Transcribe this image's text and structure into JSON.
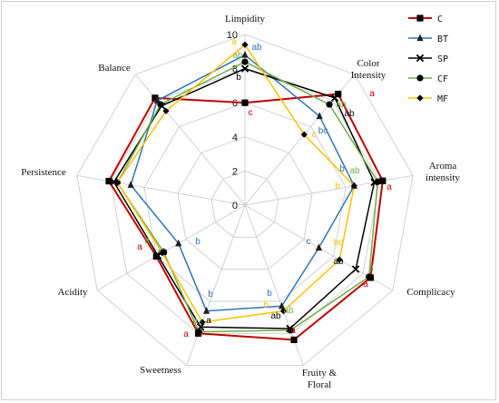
{
  "chart_data": {
    "type": "radar",
    "title": "",
    "axes": [
      "Limpidity",
      "Color Intensity",
      "Aroma intensity",
      "Complicacy",
      "Fruity & Floral",
      "Sweetness",
      "Acidity",
      "Persistence",
      "Balance"
    ],
    "axis_label_lines": [
      [
        "Limpidity"
      ],
      [
        "Color",
        "Intensity"
      ],
      [
        "Aroma",
        "intensity"
      ],
      [
        "Complicacy"
      ],
      [
        "Fruity &",
        "Floral"
      ],
      [
        "Sweetness"
      ],
      [
        "Acidity"
      ],
      [
        "Persistence"
      ],
      [
        "Balance"
      ]
    ],
    "rlim": [
      0,
      10
    ],
    "ticks": [
      0,
      2,
      4,
      6,
      8,
      10
    ],
    "tick_labels": [
      "0",
      "2",
      "4",
      "6",
      "8",
      "10"
    ],
    "grid": true,
    "legend_position": "top-right",
    "series": [
      {
        "name": "C",
        "color": "#c00000",
        "marker": "square",
        "values": [
          6.0,
          8.5,
          8.2,
          8.5,
          8.4,
          8.0,
          6.0,
          8.1,
          8.2
        ]
      },
      {
        "name": "BT",
        "color": "#2e75b6",
        "marker": "triangle",
        "values": [
          8.8,
          6.8,
          6.5,
          5.0,
          6.3,
          6.6,
          4.5,
          6.8,
          8.0
        ]
      },
      {
        "name": "SP",
        "color": "#000000",
        "marker": "x",
        "values": [
          8.0,
          8.2,
          7.7,
          7.5,
          7.7,
          7.6,
          5.9,
          7.8,
          7.6
        ]
      },
      {
        "name": "CF",
        "color": "#70ad47",
        "marker": "circle",
        "values": [
          8.4,
          7.7,
          7.9,
          8.4,
          7.8,
          7.9,
          5.5,
          7.6,
          7.7
        ]
      },
      {
        "name": "MF",
        "color": "#ffc000",
        "marker": "diamond",
        "values": [
          9.4,
          5.4,
          6.5,
          6.4,
          6.6,
          7.3,
          5.6,
          7.6,
          7.2
        ]
      }
    ],
    "significance_letters": [
      {
        "axis": 0,
        "items": [
          {
            "text": "a",
            "color": "#ffc000"
          },
          {
            "text": "ab",
            "color": "#2e75b6"
          },
          {
            "text": "ab",
            "color": "#70ad47"
          },
          {
            "text": "b",
            "color": "#000000"
          },
          {
            "text": "c",
            "color": "#c00000"
          }
        ]
      },
      {
        "axis": 1,
        "items": [
          {
            "text": "a",
            "color": "#c00000"
          },
          {
            "text": "ab",
            "color": "#70ad47"
          },
          {
            "text": "ab",
            "color": "#000000"
          },
          {
            "text": "bc",
            "color": "#2e75b6"
          },
          {
            "text": "c",
            "color": "#ffc000"
          }
        ]
      },
      {
        "axis": 2,
        "items": [
          {
            "text": "a",
            "color": "#c00000"
          },
          {
            "text": "ab",
            "color": "#70ad47"
          },
          {
            "text": "b",
            "color": "#2e75b6"
          },
          {
            "text": "b",
            "color": "#ffc000"
          }
        ]
      },
      {
        "axis": 3,
        "items": [
          {
            "text": "a",
            "color": "#c00000"
          },
          {
            "text": "a",
            "color": "#70ad47"
          },
          {
            "text": "ab",
            "color": "#000000"
          },
          {
            "text": "bc",
            "color": "#ffc000"
          },
          {
            "text": "c",
            "color": "#2e75b6"
          }
        ]
      },
      {
        "axis": 4,
        "items": [
          {
            "text": "a",
            "color": "#c00000"
          },
          {
            "text": "ab",
            "color": "#000000"
          },
          {
            "text": "ab",
            "color": "#70ad47"
          },
          {
            "text": "b",
            "color": "#ffc000"
          },
          {
            "text": "b",
            "color": "#2e75b6"
          }
        ]
      },
      {
        "axis": 5,
        "items": [
          {
            "text": "a",
            "color": "#c00000"
          },
          {
            "text": "a",
            "color": "#000000"
          },
          {
            "text": "a",
            "color": "#70ad47"
          },
          {
            "text": "b",
            "color": "#2e75b6"
          }
        ]
      },
      {
        "axis": 6,
        "items": [
          {
            "text": "a",
            "color": "#c00000"
          },
          {
            "text": "a",
            "color": "#70ad47"
          },
          {
            "text": "ab",
            "color": "#000000"
          },
          {
            "text": "b",
            "color": "#2e75b6"
          }
        ]
      }
    ]
  }
}
